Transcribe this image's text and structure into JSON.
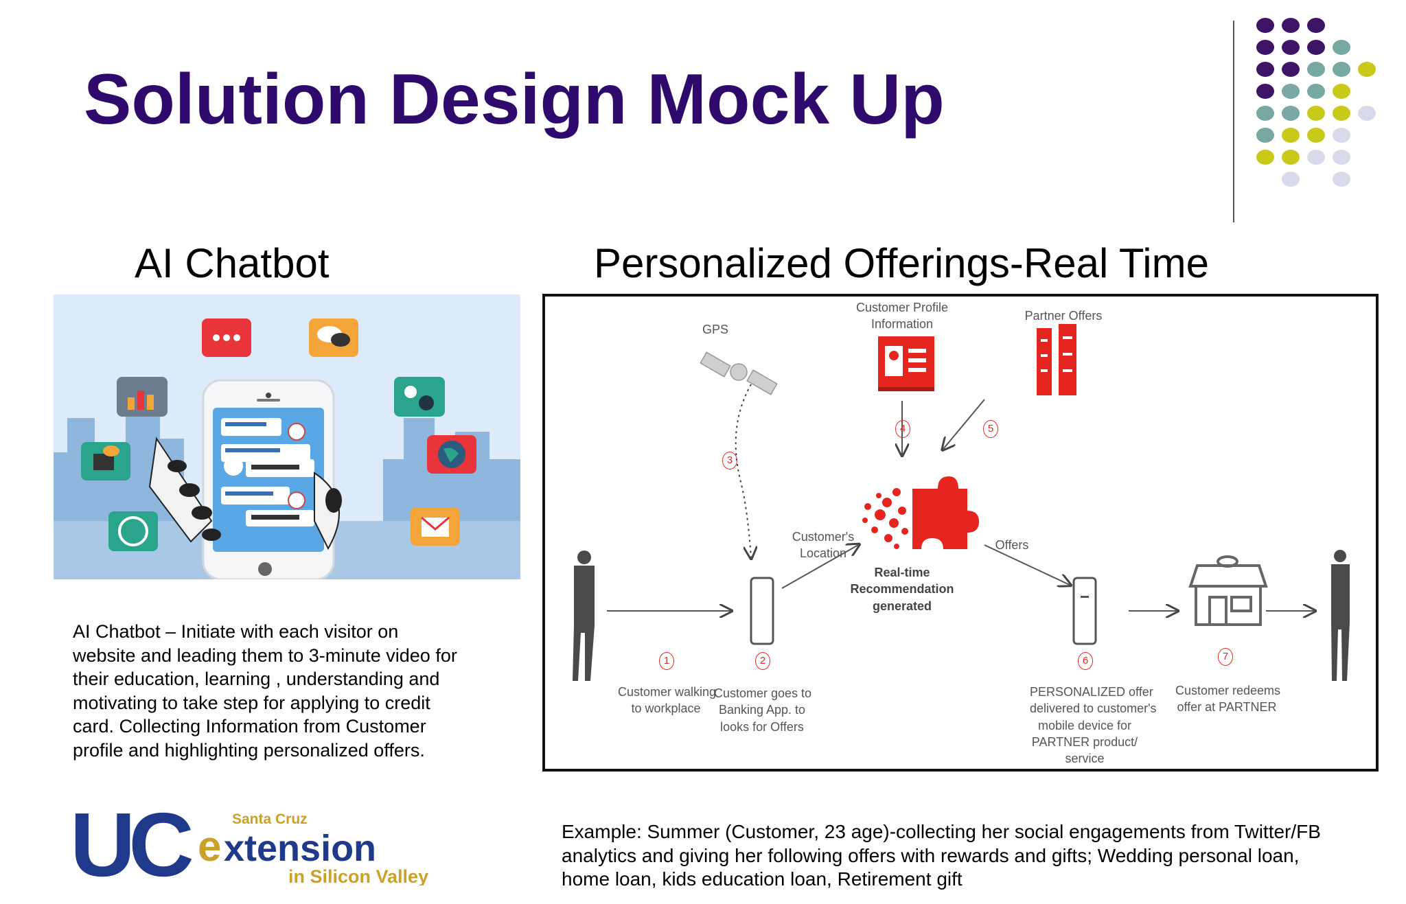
{
  "title": "Solution Design Mock Up",
  "colors": {
    "title": "#2d0a6b",
    "purple": "#3d1466",
    "teal": "#78a7a4",
    "lime": "#c9c91a",
    "lavender": "#d9d9ec",
    "red": "#e52620"
  },
  "left": {
    "heading": "AI Chatbot",
    "description": "AI Chatbot – Initiate with each visitor on website and leading them to 3-minute video for their education, learning , understanding and motivating to take step for applying to credit card. Collecting Information from Customer profile and highlighting personalized offers."
  },
  "logo": {
    "small": "Santa Cruz",
    "main_u": "UC",
    "main_e": "e",
    "main_rest": "xtension",
    "sub": "in Silicon Valley"
  },
  "right": {
    "heading": "Personalized Offerings-Real Time",
    "flow": {
      "gps": "GPS",
      "profile": [
        "Customer Profile",
        "Information"
      ],
      "partner": "Partner Offers",
      "location": [
        "Customer's",
        "Location"
      ],
      "offers": "Offers",
      "engine": [
        "Real-time",
        "Recommendation",
        "generated"
      ],
      "steps": [
        {
          "n": "1",
          "lines": [
            "Customer walking",
            "to workplace"
          ]
        },
        {
          "n": "2",
          "lines": [
            "Customer goes to",
            "Banking App. to",
            "looks for Offers"
          ]
        },
        {
          "n": "3"
        },
        {
          "n": "4"
        },
        {
          "n": "5"
        },
        {
          "n": "6",
          "lines": [
            "PERSONALIZED offer",
            "delivered to customer's",
            "mobile device for",
            "PARTNER product/",
            "service"
          ]
        },
        {
          "n": "7",
          "lines": [
            "Customer redeems",
            "offer at PARTNER"
          ]
        }
      ]
    },
    "example": "Example: Summer (Customer, 23 age)-collecting her social engagements from Twitter/FB analytics and giving her following offers with rewards and gifts; Wedding personal loan, home loan, kids education loan, Retirement gift"
  },
  "icons": [
    "chat-bubble-icon",
    "speech-bubbles-icon",
    "chart-icon",
    "gear-icon",
    "video-icon",
    "globe-icon",
    "phone-icon",
    "mail-icon",
    "smartphone-icon",
    "robot-hand-icon",
    "satellite-icon",
    "profile-card-icon",
    "building-icon",
    "puzzle-icon",
    "person-icon",
    "store-icon"
  ]
}
